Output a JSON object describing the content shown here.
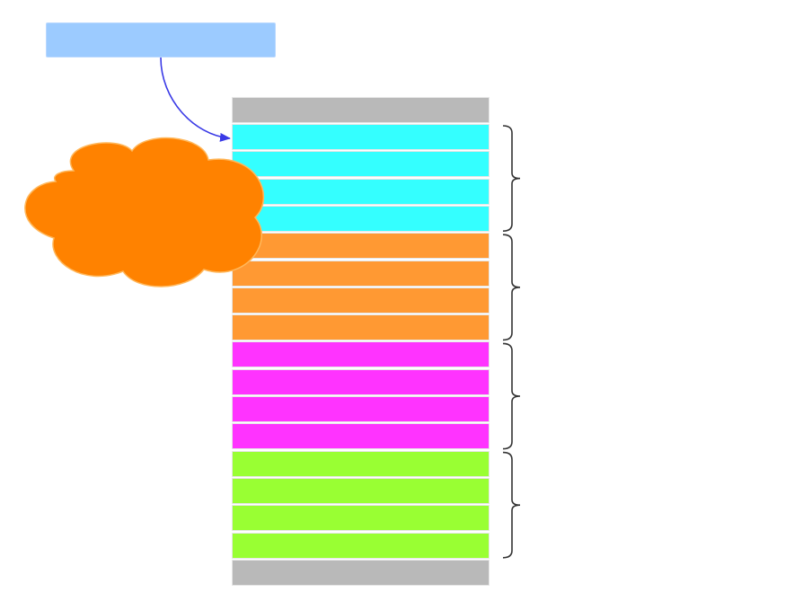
{
  "colors": {
    "label_box": "#9ccbff",
    "cap": "#b9b9b9",
    "cloud": "#ff8200",
    "cloud_stroke": "#ffb85c",
    "arrow": "#3a3ae6",
    "brace": "#333333"
  },
  "stack": {
    "top_cap": true,
    "bottom_cap": true,
    "groups": [
      {
        "color": "#34ffff",
        "rows": 4
      },
      {
        "color": "#ff9933",
        "rows": 4
      },
      {
        "color": "#ff33ff",
        "rows": 4
      },
      {
        "color": "#99ff33",
        "rows": 4
      }
    ]
  },
  "braces": {
    "count": 4,
    "rows_per_brace": 4
  }
}
